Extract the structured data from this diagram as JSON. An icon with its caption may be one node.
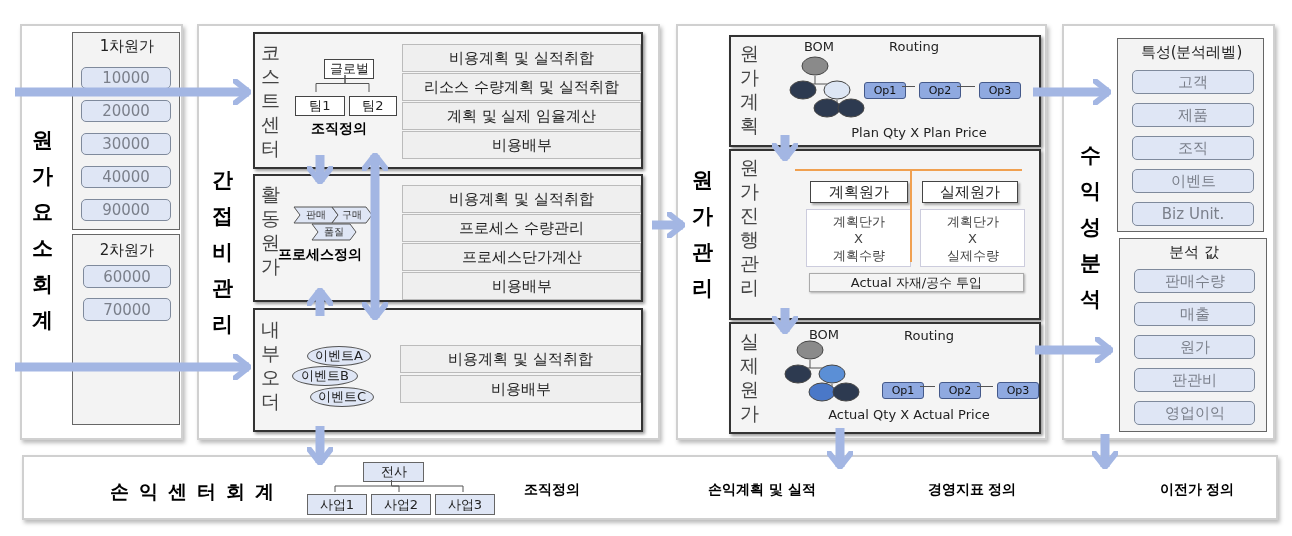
{
  "diagram": {
    "nodes": [
      {
        "text": [
          "원가요소회계"
        ]
      },
      {
        "text": [
          "1차원가"
        ],
        "in": 0
      },
      {
        "text": [
          "10000"
        ],
        "in": 1
      },
      {
        "text": [
          "20000"
        ],
        "in": 1
      },
      {
        "text": [
          "30000"
        ],
        "in": 1
      },
      {
        "text": [
          "40000"
        ],
        "in": 1
      },
      {
        "text": [
          "90000"
        ],
        "in": 1
      },
      {
        "text": [
          "2차원가"
        ],
        "in": 0
      },
      {
        "text": [
          "60000"
        ],
        "in": 7
      },
      {
        "text": [
          "70000"
        ],
        "in": 7
      },
      {
        "text": [
          "간접비관리"
        ]
      },
      {
        "text": [
          "코스트센터",
          "조직정의"
        ],
        "in": 10
      },
      {
        "text": [
          "글로벌"
        ],
        "in": 11
      },
      {
        "text": [
          "팀1"
        ],
        "in": 11
      },
      {
        "text": [
          "팀2"
        ],
        "in": 11
      },
      {
        "text": [
          "비용계획 및 실적취합"
        ],
        "in": 11
      },
      {
        "text": [
          "리소스 수량계획 및 실적취합"
        ],
        "in": 11
      },
      {
        "text": [
          "계획 및 실제 임율계산"
        ],
        "in": 11
      },
      {
        "text": [
          "비용배부"
        ],
        "in": 11
      },
      {
        "text": [
          "활동원가",
          "프로세스정의"
        ],
        "in": 10
      },
      {
        "text": [
          "판매"
        ],
        "in": 19
      },
      {
        "text": [
          "구매"
        ],
        "in": 19
      },
      {
        "text": [
          "품질"
        ],
        "in": 19
      },
      {
        "text": [
          "비용계획 및 실적취합"
        ],
        "in": 19
      },
      {
        "text": [
          "프로세스 수량관리"
        ],
        "in": 19
      },
      {
        "text": [
          "프로세스단가계산"
        ],
        "in": 19
      },
      {
        "text": [
          "비용배부"
        ],
        "in": 19
      },
      {
        "text": [
          "내부오더"
        ],
        "in": 10
      },
      {
        "text": [
          "이벤트A"
        ],
        "in": 27
      },
      {
        "text": [
          "이벤트B"
        ],
        "in": 27
      },
      {
        "text": [
          "이벤트C"
        ],
        "in": 27
      },
      {
        "text": [
          "비용계획 및 실적취합"
        ],
        "in": 27
      },
      {
        "text": [
          "비용배부"
        ],
        "in": 27
      },
      {
        "text": [
          "원가관리"
        ]
      },
      {
        "text": [
          "원가계획",
          "BOM",
          "Routing",
          "Plan Qty X Plan Price"
        ],
        "in": 33
      },
      {
        "text": [
          "Op1"
        ],
        "in": 34
      },
      {
        "text": [
          "Op2"
        ],
        "in": 34
      },
      {
        "text": [
          "Op3"
        ],
        "in": 34
      },
      {
        "text": [
          "원가진행관리"
        ],
        "in": 33
      },
      {
        "text": [
          "계획원가"
        ],
        "in": 38
      },
      {
        "text": [
          "실제원가"
        ],
        "in": 38
      },
      {
        "text": [
          "계획단가 X 계획수량"
        ],
        "in": 38
      },
      {
        "text": [
          "계획단가 X 실제수량"
        ],
        "in": 38
      },
      {
        "text": [
          "Actual 자재/공수 투입"
        ],
        "in": 38
      },
      {
        "text": [
          "실제원가",
          "BOM",
          "Routing",
          "Actual Qty X Actual Price"
        ],
        "in": 33
      },
      {
        "text": [
          "Op1"
        ],
        "in": 44
      },
      {
        "text": [
          "Op2"
        ],
        "in": 44
      },
      {
        "text": [
          "Op3"
        ],
        "in": 44
      },
      {
        "text": [
          "수익성분석"
        ]
      },
      {
        "text": [
          "특성(분석레벨)"
        ],
        "in": 48
      },
      {
        "text": [
          "고객"
        ],
        "in": 49
      },
      {
        "text": [
          "제품"
        ],
        "in": 49
      },
      {
        "text": [
          "조직"
        ],
        "in": 49
      },
      {
        "text": [
          "이벤트"
        ],
        "in": 49
      },
      {
        "text": [
          "Biz Unit."
        ],
        "in": 49
      },
      {
        "text": [
          "분석 값"
        ],
        "in": 48
      },
      {
        "text": [
          "판매수량"
        ],
        "in": 55
      },
      {
        "text": [
          "매출"
        ],
        "in": 55
      },
      {
        "text": [
          "원가"
        ],
        "in": 55
      },
      {
        "text": [
          "판관비"
        ],
        "in": 55
      },
      {
        "text": [
          "영업이익"
        ],
        "in": 55
      },
      {
        "text": [
          "손익센터회계",
          "조직정의",
          "손익계획 및 실적",
          "경영지표 정의",
          "이전가 정의"
        ]
      },
      {
        "text": [
          "전사"
        ],
        "in": 61
      },
      {
        "text": [
          "사업1"
        ],
        "in": 61
      },
      {
        "text": [
          "사업2"
        ],
        "in": 61
      },
      {
        "text": [
          "사업3"
        ],
        "in": 61
      }
    ],
    "edges": [
      {
        "from": 0,
        "to": 11,
        "arrow": "to"
      },
      {
        "from": 0,
        "to": 27,
        "arrow": "to"
      },
      {
        "from": 11,
        "to": 19,
        "arrow": "to"
      },
      {
        "from": 27,
        "to": 19,
        "arrow": "to"
      },
      {
        "from": 11,
        "to": 27,
        "arrow": "both"
      },
      {
        "from": 27,
        "to": 61,
        "arrow": "to"
      },
      {
        "from": 10,
        "to": 33,
        "arrow": "to"
      },
      {
        "from": 34,
        "to": 38,
        "arrow": "to"
      },
      {
        "from": 38,
        "to": 44,
        "arrow": "to"
      },
      {
        "from": 34,
        "to": 49,
        "arrow": "to"
      },
      {
        "from": 44,
        "to": 55,
        "arrow": "to"
      },
      {
        "from": 44,
        "to": 61,
        "arrow": "to"
      },
      {
        "from": 48,
        "to": 61,
        "arrow": "to"
      },
      {
        "from": 12,
        "to": 13,
        "arrow": "none",
        "color": "#555555"
      },
      {
        "from": 12,
        "to": 14,
        "arrow": "none",
        "color": "#555555"
      },
      {
        "from": 35,
        "to": 36,
        "arrow": "none",
        "color": "#555555"
      },
      {
        "from": 36,
        "to": 37,
        "arrow": "none",
        "color": "#555555"
      },
      {
        "from": 45,
        "to": 46,
        "arrow": "none",
        "color": "#555555"
      },
      {
        "from": 46,
        "to": 47,
        "arrow": "none",
        "color": "#555555"
      },
      {
        "from": 62,
        "to": 63,
        "arrow": "none",
        "color": "#555555"
      },
      {
        "from": 62,
        "to": 64,
        "arrow": "none",
        "color": "#555555"
      },
      {
        "from": 62,
        "to": 65,
        "arrow": "none",
        "color": "#555555"
      }
    ]
  }
}
